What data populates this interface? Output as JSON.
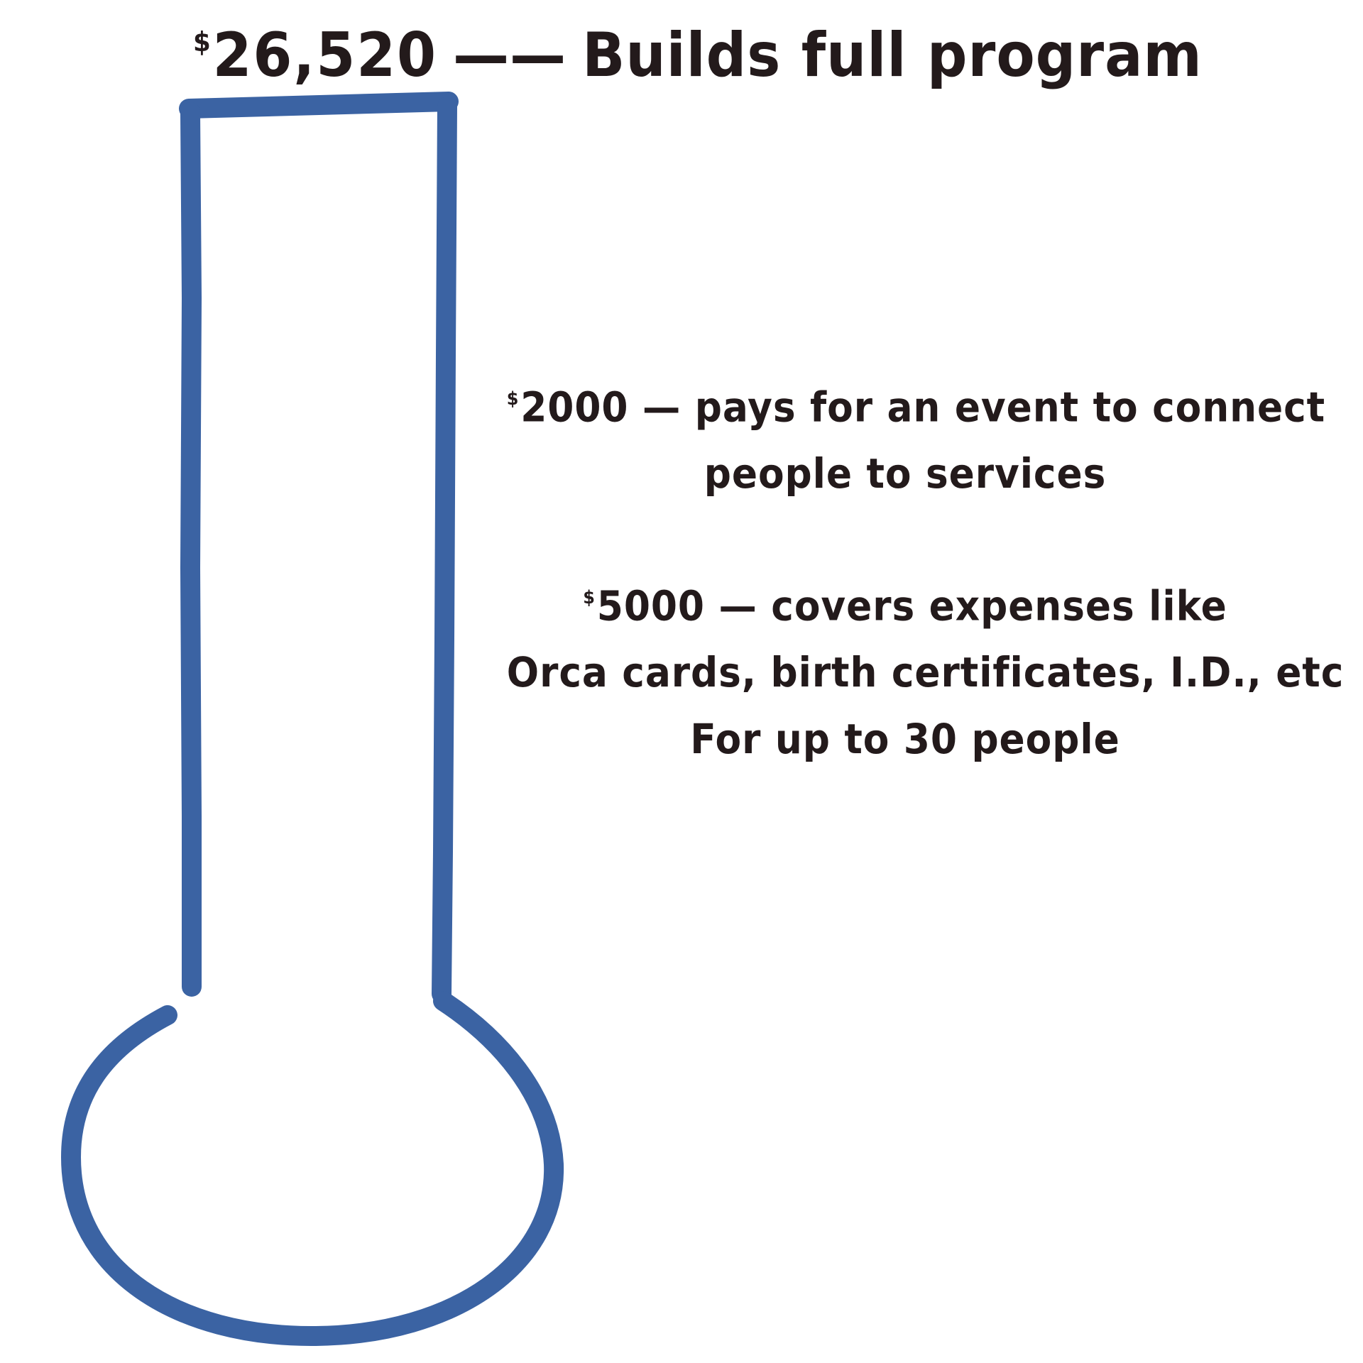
{
  "colors": {
    "thermometer_stroke": "#3b63a3",
    "text": "#231a1b",
    "background": "#ffffff"
  },
  "goal": {
    "currency_symbol": "$",
    "amount": "26,520",
    "separator": "——",
    "label": "Builds full program"
  },
  "tiers": [
    {
      "currency_symbol": "$",
      "amount": "2000",
      "separator": "—",
      "line1": "pays for an event to connect",
      "line2": "people to services"
    },
    {
      "currency_symbol": "$",
      "amount": "5000",
      "separator": "—",
      "line1": "covers expenses like",
      "line2": "Orca cards, birth certificates, I.D., etc",
      "line3": "For up to 30 people"
    }
  ],
  "thermometer": {
    "icon": "thermometer-outline-icon",
    "fill_level_percent": 0
  }
}
